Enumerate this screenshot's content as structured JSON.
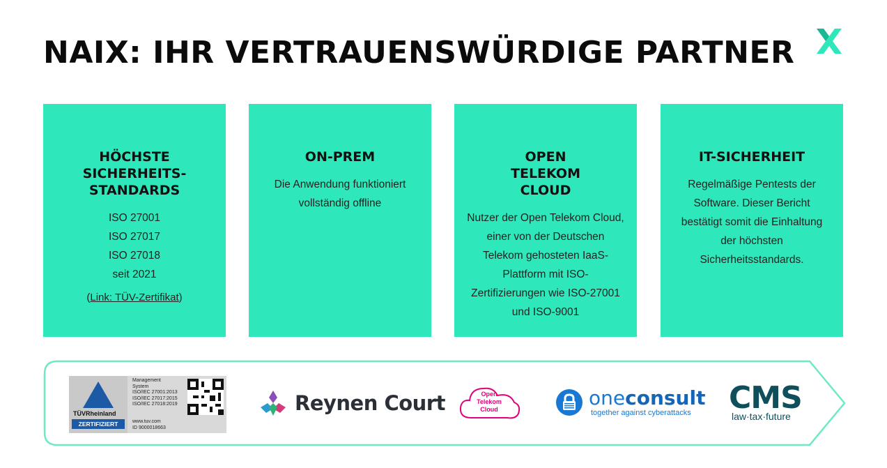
{
  "title": "NAIX: IHR VERTRAUENSWÜRDIGE PARTNER",
  "colors": {
    "card_bg": "#2ee8bb",
    "accent": "#2ee8bb",
    "banner_border": "#6ee9c6"
  },
  "cards": [
    {
      "title": "HÖCHSTE SICHERHEITS-STANDARDS",
      "lines": [
        "ISO 27001",
        "ISO 27017",
        "ISO 27018",
        "seit 2021"
      ],
      "link_prefix": "(",
      "link_text": "Link: TÜV-Zertifikat",
      "link_suffix": ")"
    },
    {
      "title": "ON-PREM",
      "text": "Die Anwendung funktioniert vollständig offline"
    },
    {
      "title": "OPEN TELEKOM CLOUD",
      "text": "Nutzer der Open Telekom Cloud, einer von der Deutschen Telekom gehosteten IaaS-Plattform mit ISO-Zertifizierungen wie ISO-27001 und ISO-9001"
    },
    {
      "title": "IT-SICHERHEIT",
      "text": "Regelmäßige Pentests der Software. Dieser Bericht bestätigt somit die Einhaltung der höchsten Sicherheitsstandards."
    }
  ],
  "partners": {
    "tuv": {
      "name": "TÜVRheinland",
      "zert": "ZERTIFIZIERT",
      "info": [
        "Management",
        "System",
        "ISO/IEC 27001:2013",
        "ISO/IEC 27017:2015",
        "ISO/IEC 27018:2019"
      ],
      "web": "www.tuv.com",
      "id": "ID 9000018663"
    },
    "reynen": "Reynen Court",
    "otc": [
      "Open",
      "Telekom",
      "Cloud"
    ],
    "oneconsult": {
      "one": "one",
      "consult": "consult",
      "sub": "together against cyberattacks"
    },
    "cms": {
      "name": "CMS",
      "sub": "law·tax·future"
    }
  }
}
